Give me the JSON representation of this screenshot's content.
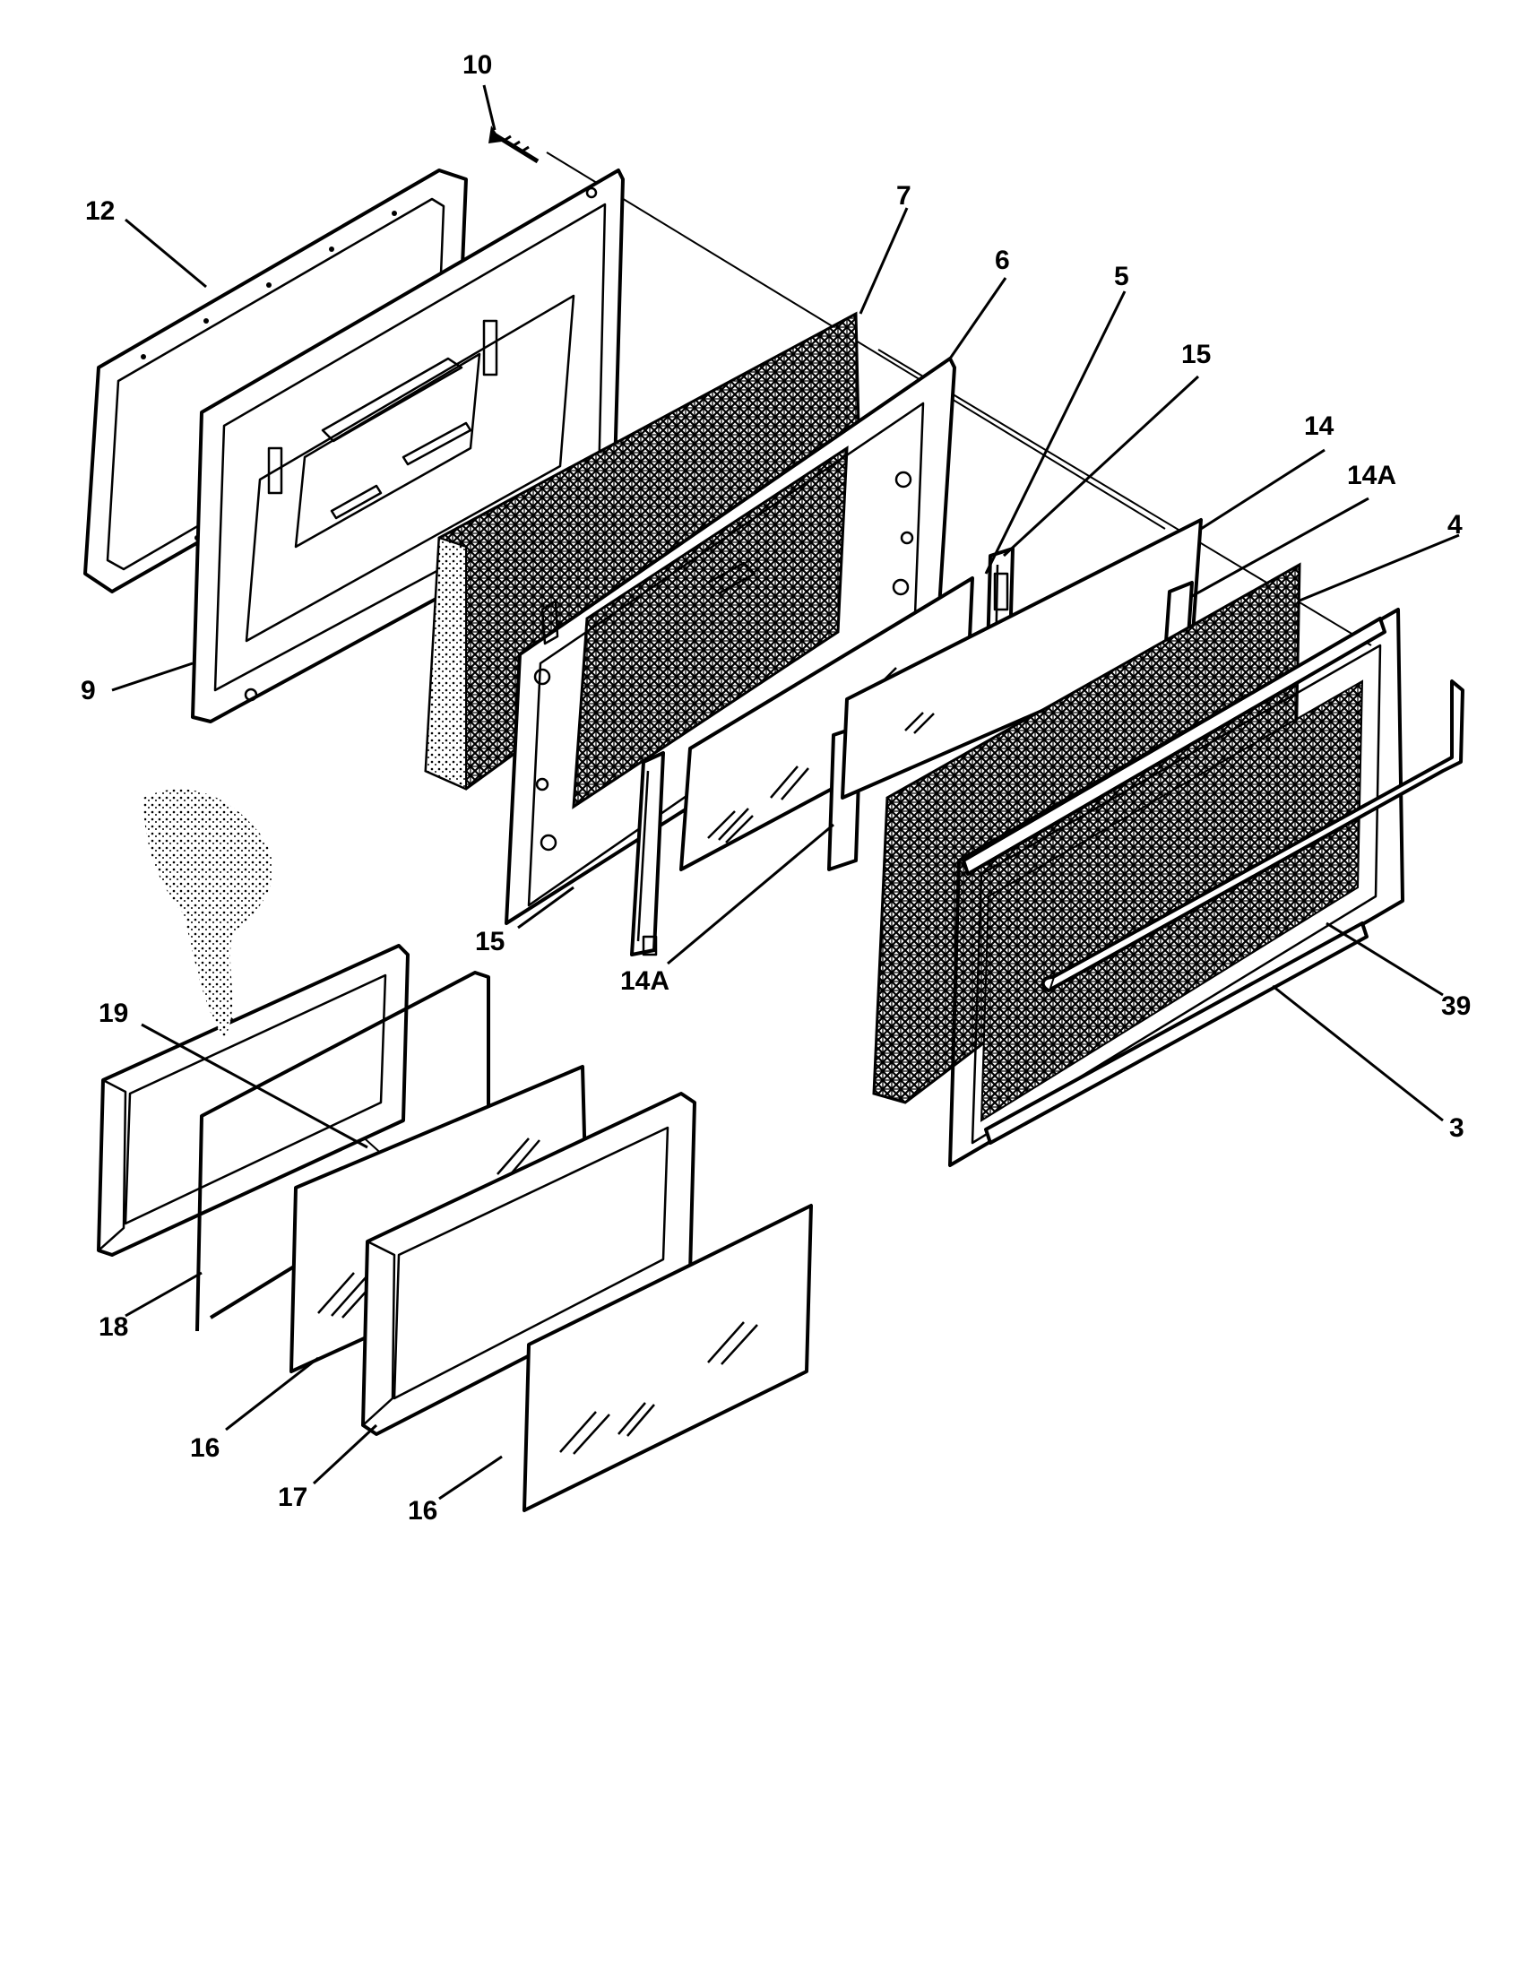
{
  "diagram": {
    "colors": {
      "ink": "#000000",
      "paper": "#ffffff"
    },
    "labels": {
      "p10": "10",
      "p12": "12",
      "p7": "7",
      "p6": "6",
      "p5": "5",
      "p15_top": "15",
      "p14": "14",
      "p14A_right": "14A",
      "p4": "4",
      "p9": "9",
      "p15_bottom": "15",
      "p14A_bottom": "14A",
      "p39": "39",
      "p3": "3",
      "p19": "19",
      "p18": "18",
      "p16_left": "16",
      "p17": "17",
      "p16_bottom": "16"
    }
  }
}
